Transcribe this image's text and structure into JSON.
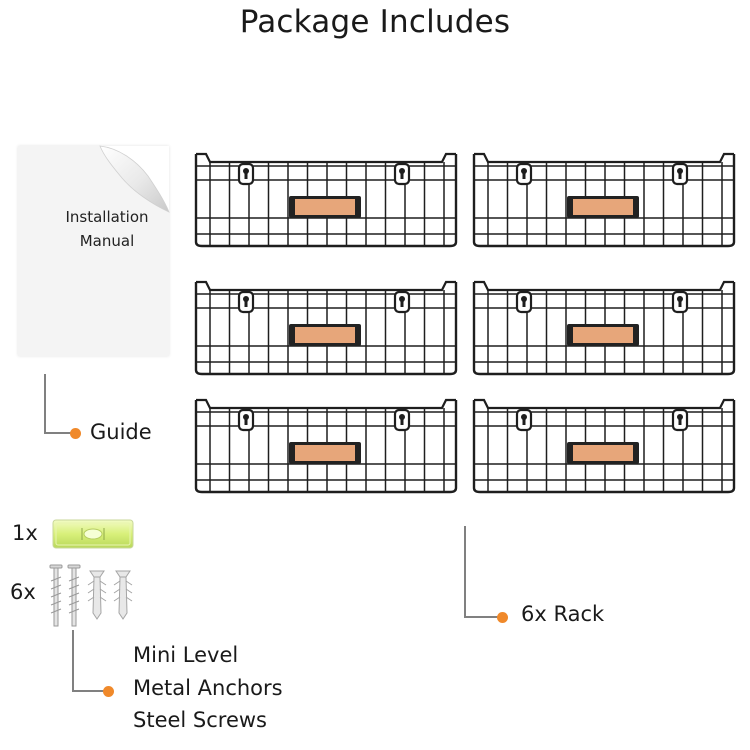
{
  "title": "Package Includes",
  "manual": {
    "line1": "Installation",
    "line2": "Manual"
  },
  "labels": {
    "guide": "Guide",
    "rack": "6x Rack",
    "mini_level": "Mini Level",
    "metal_anchors": "Metal Anchors",
    "steel_screws": "Steel Screws"
  },
  "quantities": {
    "level": "1x",
    "hardware": "6x"
  },
  "colors": {
    "accent_dot": "#f0892a",
    "basket_wire": "#1e1e1e",
    "label_plate": "#e7a67a",
    "level_green": "#d8f07a"
  }
}
